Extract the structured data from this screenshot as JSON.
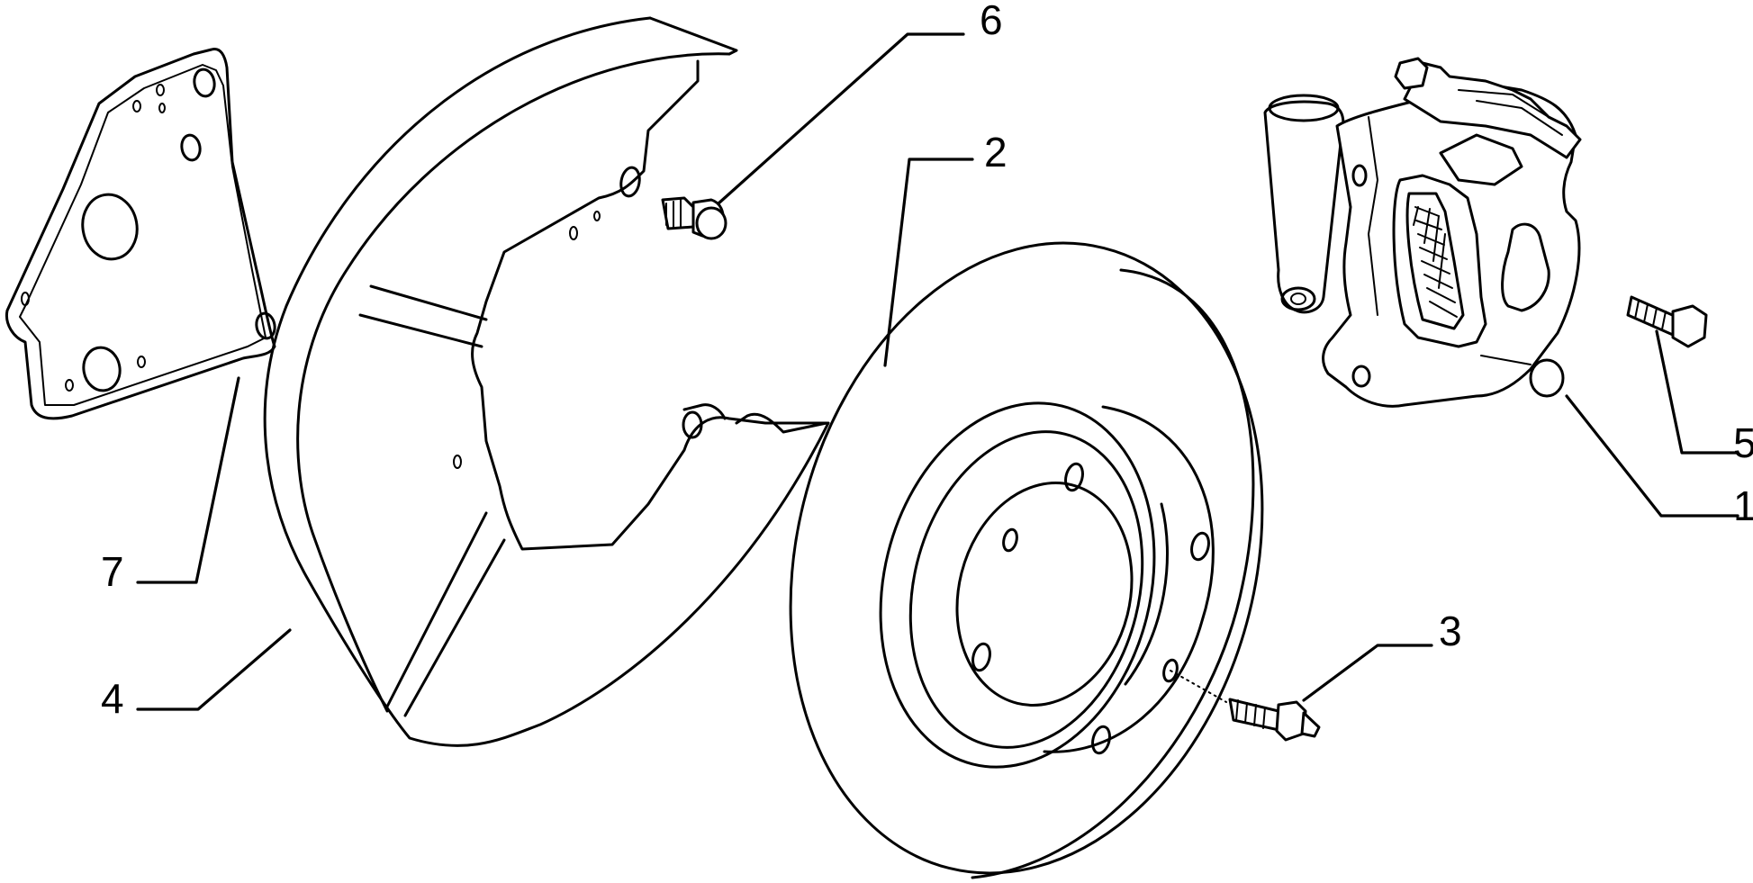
{
  "diagram": {
    "callouts": {
      "caliper": "1",
      "disc": "2",
      "disc_screw": "3",
      "dust_shield": "4",
      "caliper_bolt": "5",
      "shield_bolt": "6",
      "mounting_plate": "7"
    }
  }
}
